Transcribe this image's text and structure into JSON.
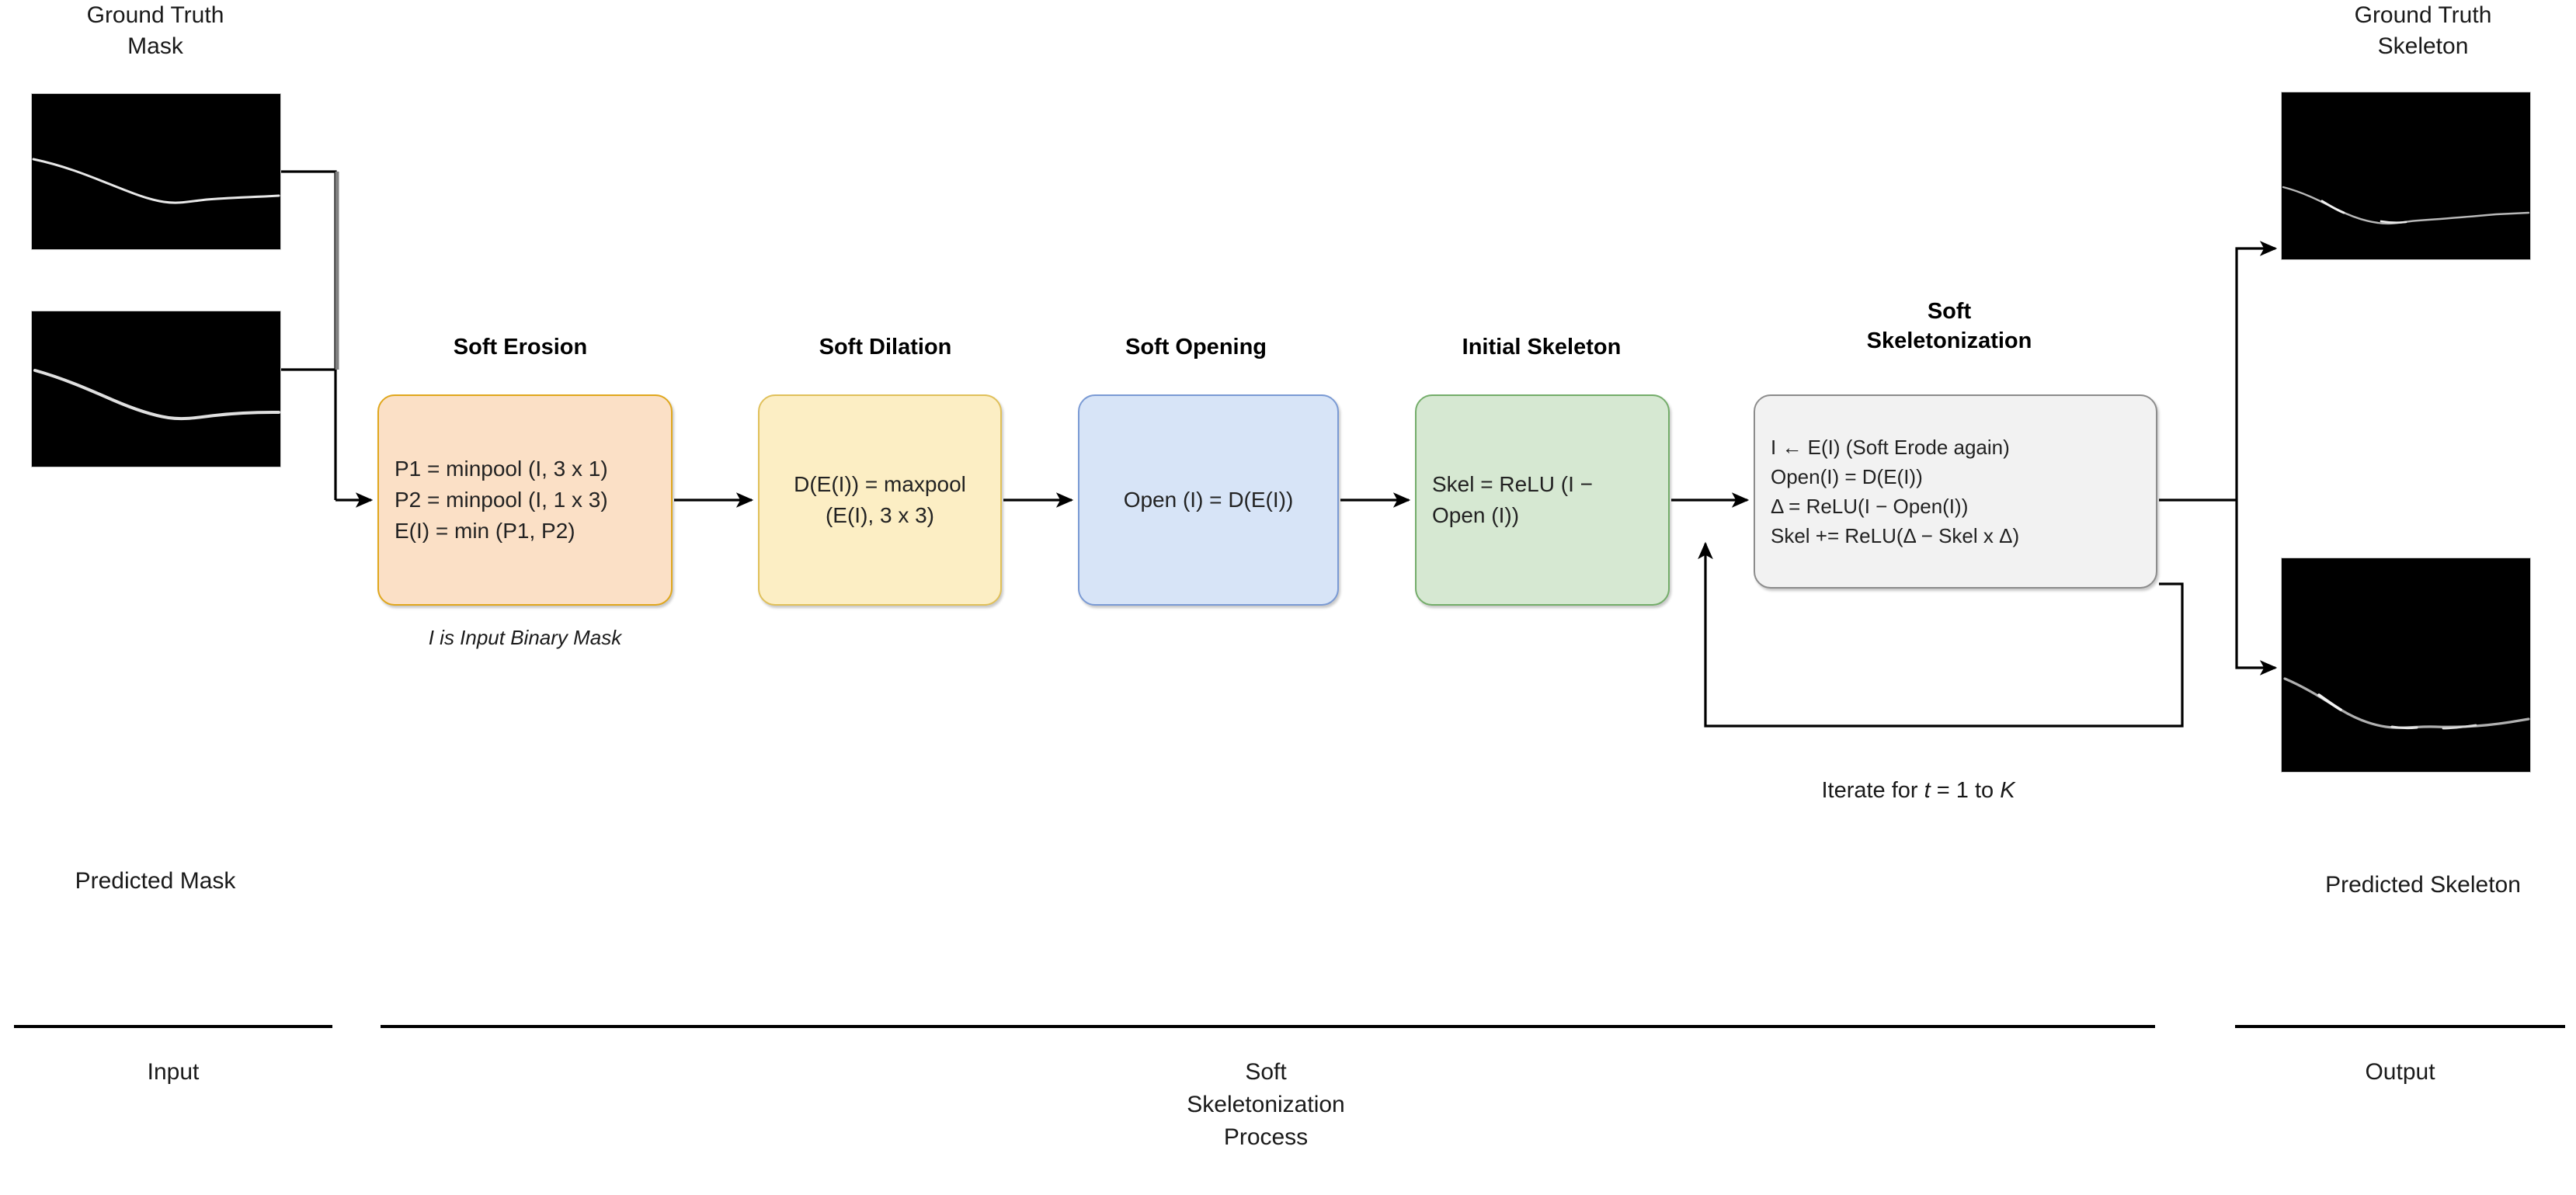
{
  "panels": {
    "gt_mask": {
      "caption": "Ground Truth\nMask",
      "name": "ground-truth-mask"
    },
    "pred_mask": {
      "caption": "Predicted Mask",
      "name": "predicted-mask"
    },
    "gt_skel": {
      "caption": "Ground Truth\nSkeleton",
      "name": "ground-truth-skeleton"
    },
    "pred_skel": {
      "caption": "Predicted Skeleton",
      "name": "predicted-skeleton"
    }
  },
  "stages": [
    {
      "id": "soft-erosion",
      "title": "Soft Erosion",
      "body": "P1 = minpool (I, 3 x 1)\nP2 = minpool (I, 1 x 3)\nE(I) = min (P1, P2)",
      "color": "#fbe0c6",
      "border": "#e0a71c"
    },
    {
      "id": "soft-dilation",
      "title": "Soft Dilation",
      "body": "D(E(I)) = maxpool\n         (E(I), 3 x 3)",
      "color": "#fceec4",
      "border": "#e0c05a"
    },
    {
      "id": "soft-opening",
      "title": "Soft Opening",
      "body": "Open (I) = D(E(I))",
      "color": "#d7e4f7",
      "border": "#7a9ad4"
    },
    {
      "id": "initial-skeleton",
      "title": "Initial Skeleton",
      "body": "Skel = ReLU (I −\n      Open (I))",
      "color": "#d6e8d2",
      "border": "#74ad6a"
    },
    {
      "id": "soft-skeletonization",
      "title": "Soft\nSkeletonization",
      "body": "I ← E(I) (Soft Erode again)\nOpen(I) = D(E(I))\nΔ = ReLU(I − Open(I))\nSkel += ReLU(Δ − Skel x Δ)",
      "color": "#f2f2f2",
      "border": "#8c8c8c"
    }
  ],
  "notes": {
    "input_binary_mask": "I is Input Binary Mask",
    "iterate_prefix": "Iterate for ",
    "iterate_t": "t",
    "iterate_mid": " = 1 to ",
    "iterate_k": "K"
  },
  "sections": {
    "input": "Input",
    "process": "Soft\nSkeletonization\nProcess",
    "output": "Output"
  }
}
